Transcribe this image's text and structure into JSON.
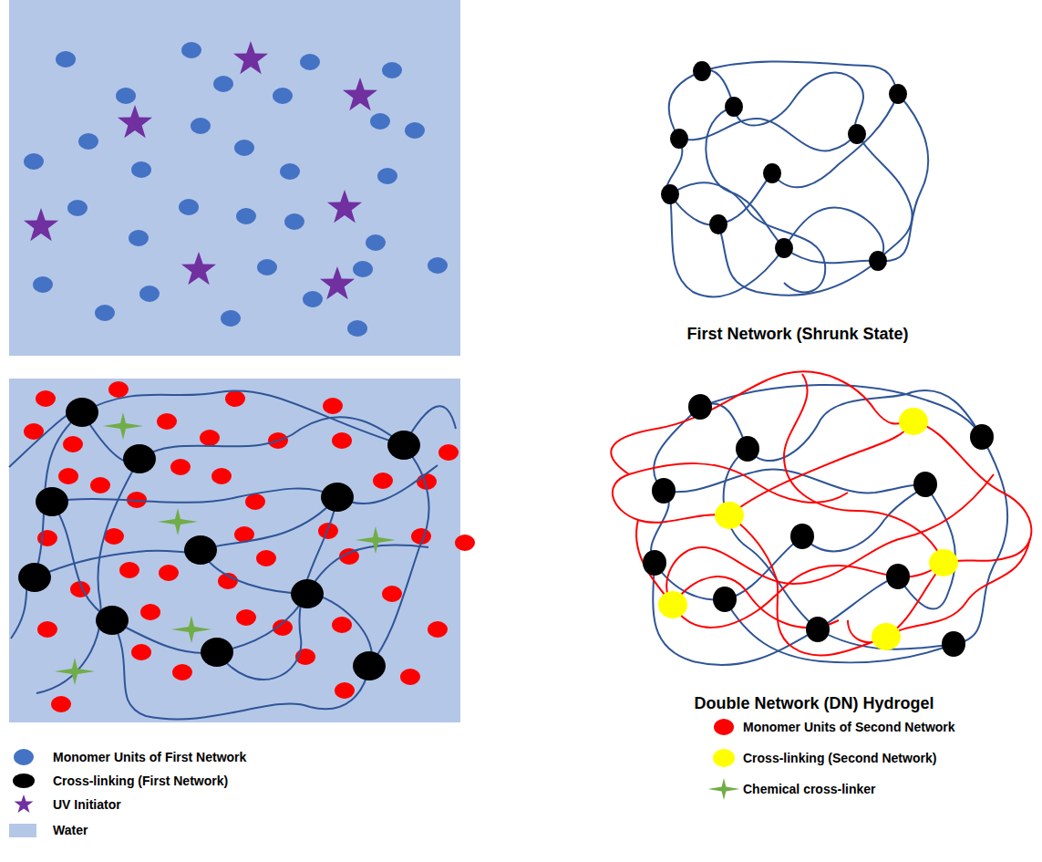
{
  "diagram": {
    "labels": [
      "First Network (Shrunk State)",
      "Double Network (DN) Hydrogel"
    ],
    "legend": [
      {
        "text": "Monomer Units of First Network",
        "color": "#4472c4"
      },
      {
        "text": "Cross-linking (First Network)",
        "color": "#000000"
      },
      {
        "text": "UV Initiator"
      },
      {
        "text": "Water",
        "color": "#b4c7e7"
      },
      {
        "text": "Monomer Units of Second Network",
        "color": "#ff0000"
      },
      {
        "text": "Cross-linking (Second Network)",
        "color": "#ffff00"
      },
      {
        "text": "Chemical cross-linker"
      }
    ]
  }
}
